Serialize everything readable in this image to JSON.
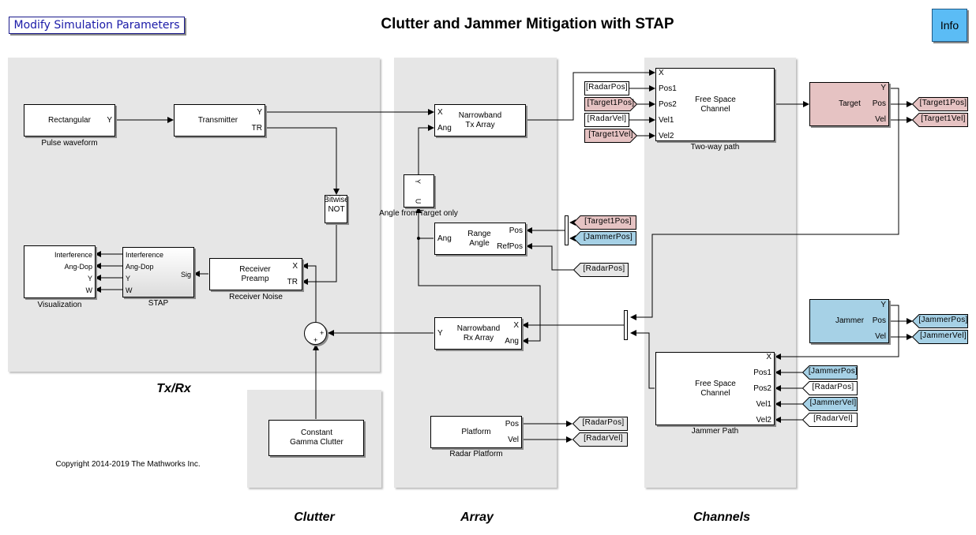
{
  "title": "Clutter and Jammer Mitigation with STAP",
  "buttons": {
    "modify": "Modify Simulation Parameters",
    "info": "Info"
  },
  "areas": {
    "txrx": "Tx/Rx",
    "clutter": "Clutter",
    "array": "Array",
    "channels": "Channels"
  },
  "copyright": "Copyright 2014-2019 The Mathworks Inc.",
  "blocks": {
    "rect": {
      "text": "Rectangular",
      "name": "Pulse waveform",
      "out": "Y"
    },
    "transmitter": {
      "text": "Transmitter",
      "out1": "Y",
      "out2": "TR"
    },
    "bitwise": {
      "line1": "Bitwise",
      "line2": "NOT"
    },
    "receiver": {
      "line1": "Receiver",
      "line2": "Preamp",
      "name": "Receiver Noise",
      "in1": "X",
      "in2": "TR"
    },
    "stap": {
      "name": "STAP",
      "in1": "Interference",
      "in2": "Ang-Dop",
      "in3": "Y",
      "in4": "W",
      "out": "Sig"
    },
    "viz": {
      "name": "Visualization",
      "in1": "Interference",
      "in2": "Ang-Dop",
      "in3": "Y",
      "in4": "W"
    },
    "sum": {
      "plus1": "+",
      "plus2": "+"
    },
    "clutter": {
      "line1": "Constant",
      "line2": "Gamma Clutter"
    },
    "txarray": {
      "line1": "Narrowband",
      "line2": "Tx Array",
      "in1": "X",
      "in2": "Ang"
    },
    "selector": {
      "y": "Y",
      "u": "U",
      "name": "Angle from Target only"
    },
    "range": {
      "line1": "Range",
      "line2": "Angle",
      "out": "Ang",
      "in1": "Pos",
      "in2": "RefPos"
    },
    "rxarray": {
      "line1": "Narrowband",
      "line2": "Rx Array",
      "out": "Y",
      "in1": "X",
      "in2": "Ang"
    },
    "platform": {
      "text": "Platform",
      "name": "Radar Platform",
      "out1": "Pos",
      "out2": "Vel"
    },
    "twoway": {
      "line1": "Free Space",
      "line2": "Channel",
      "name": "Two-way path",
      "p1": "X",
      "p2": "Pos1",
      "p3": "Pos2",
      "p4": "Vel1",
      "p5": "Vel2"
    },
    "target": {
      "text": "Target",
      "o1": "Y",
      "o2": "Pos",
      "o3": "Vel"
    },
    "jammer": {
      "text": "Jammer",
      "o1": "Y",
      "o2": "Pos",
      "o3": "Vel"
    },
    "jpath": {
      "line1": "Free Space",
      "line2": "Channel",
      "name": "Jammer Path",
      "p1": "X",
      "p2": "Pos1",
      "p3": "Pos2",
      "p4": "Vel1",
      "p5": "Vel2"
    }
  },
  "tags": {
    "t_radarpos_a": "[RadarPos]",
    "t_target1pos_a": "[Target1Pos]",
    "t_radarvel_a": "[RadarVel]",
    "t_target1vel_a": "[Target1Vel]",
    "g_target1pos": "[Target1Pos]",
    "g_target1vel": "[Target1Vel]",
    "f_target1pos_b": "[Target1Pos]",
    "f_jammerpos_b": "[JammerPos]",
    "f_radarpos_b": "[RadarPos]",
    "g_jammerpos": "[JammerPos]",
    "g_jammervel": "[JammerVel]",
    "f_jammerpos_c": "[JammerPos]",
    "f_radarpos_c": "[RadarPos]",
    "f_jammervel_c": "[JammerVel]",
    "f_radarvel_c": "[RadarVel]",
    "g_radarpos": "[RadarPos]",
    "g_radarvel": "[RadarVel]"
  },
  "colors": {
    "target": "#e6c3c3",
    "jammer": "#a6d1e6",
    "area": "#e6e6e6",
    "info": "#5bbcf5"
  }
}
